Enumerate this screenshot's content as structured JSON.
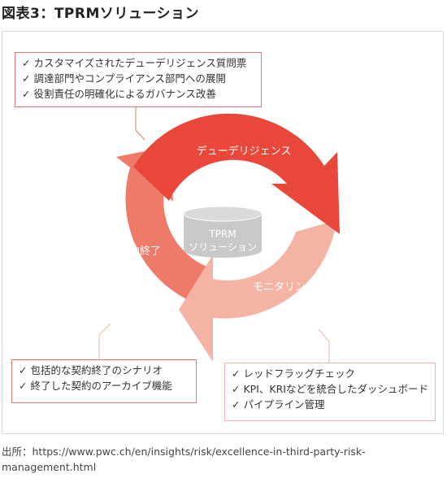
{
  "figure_title": "図表3：TPRMソリューション",
  "center": {
    "line1": "TPRM",
    "line2": "ソリューション"
  },
  "segments": {
    "due_diligence": "デューデリジェンス",
    "monitoring": "モニタリング",
    "termination": "契約終了"
  },
  "notes": {
    "due_diligence": [
      "✓ カスタマイズされたデューデリジェンス質問票",
      "✓ 調達部門やコンプライアンス部門への展開",
      "✓ 役割責任の明確化によるガバナンス改善"
    ],
    "termination": [
      "✓ 包括的な契約終了のシナリオ",
      "✓ 終了した契約のアーカイブ機能"
    ],
    "monitoring": [
      "✓ レッドフラッグチェック",
      "✓ KPI、KRIなどを統合したダッシュボード",
      "✓ パイプライン管理"
    ]
  },
  "source": "出所：https://www.pwc.ch/en/insights/risk/excellence-in-third-party-risk-management.html",
  "colors": {
    "due_diligence": "#e8473a",
    "monitoring": "#f5b3a3",
    "termination": "#f07a6a",
    "center_cylinder": "#c9c9c9"
  }
}
